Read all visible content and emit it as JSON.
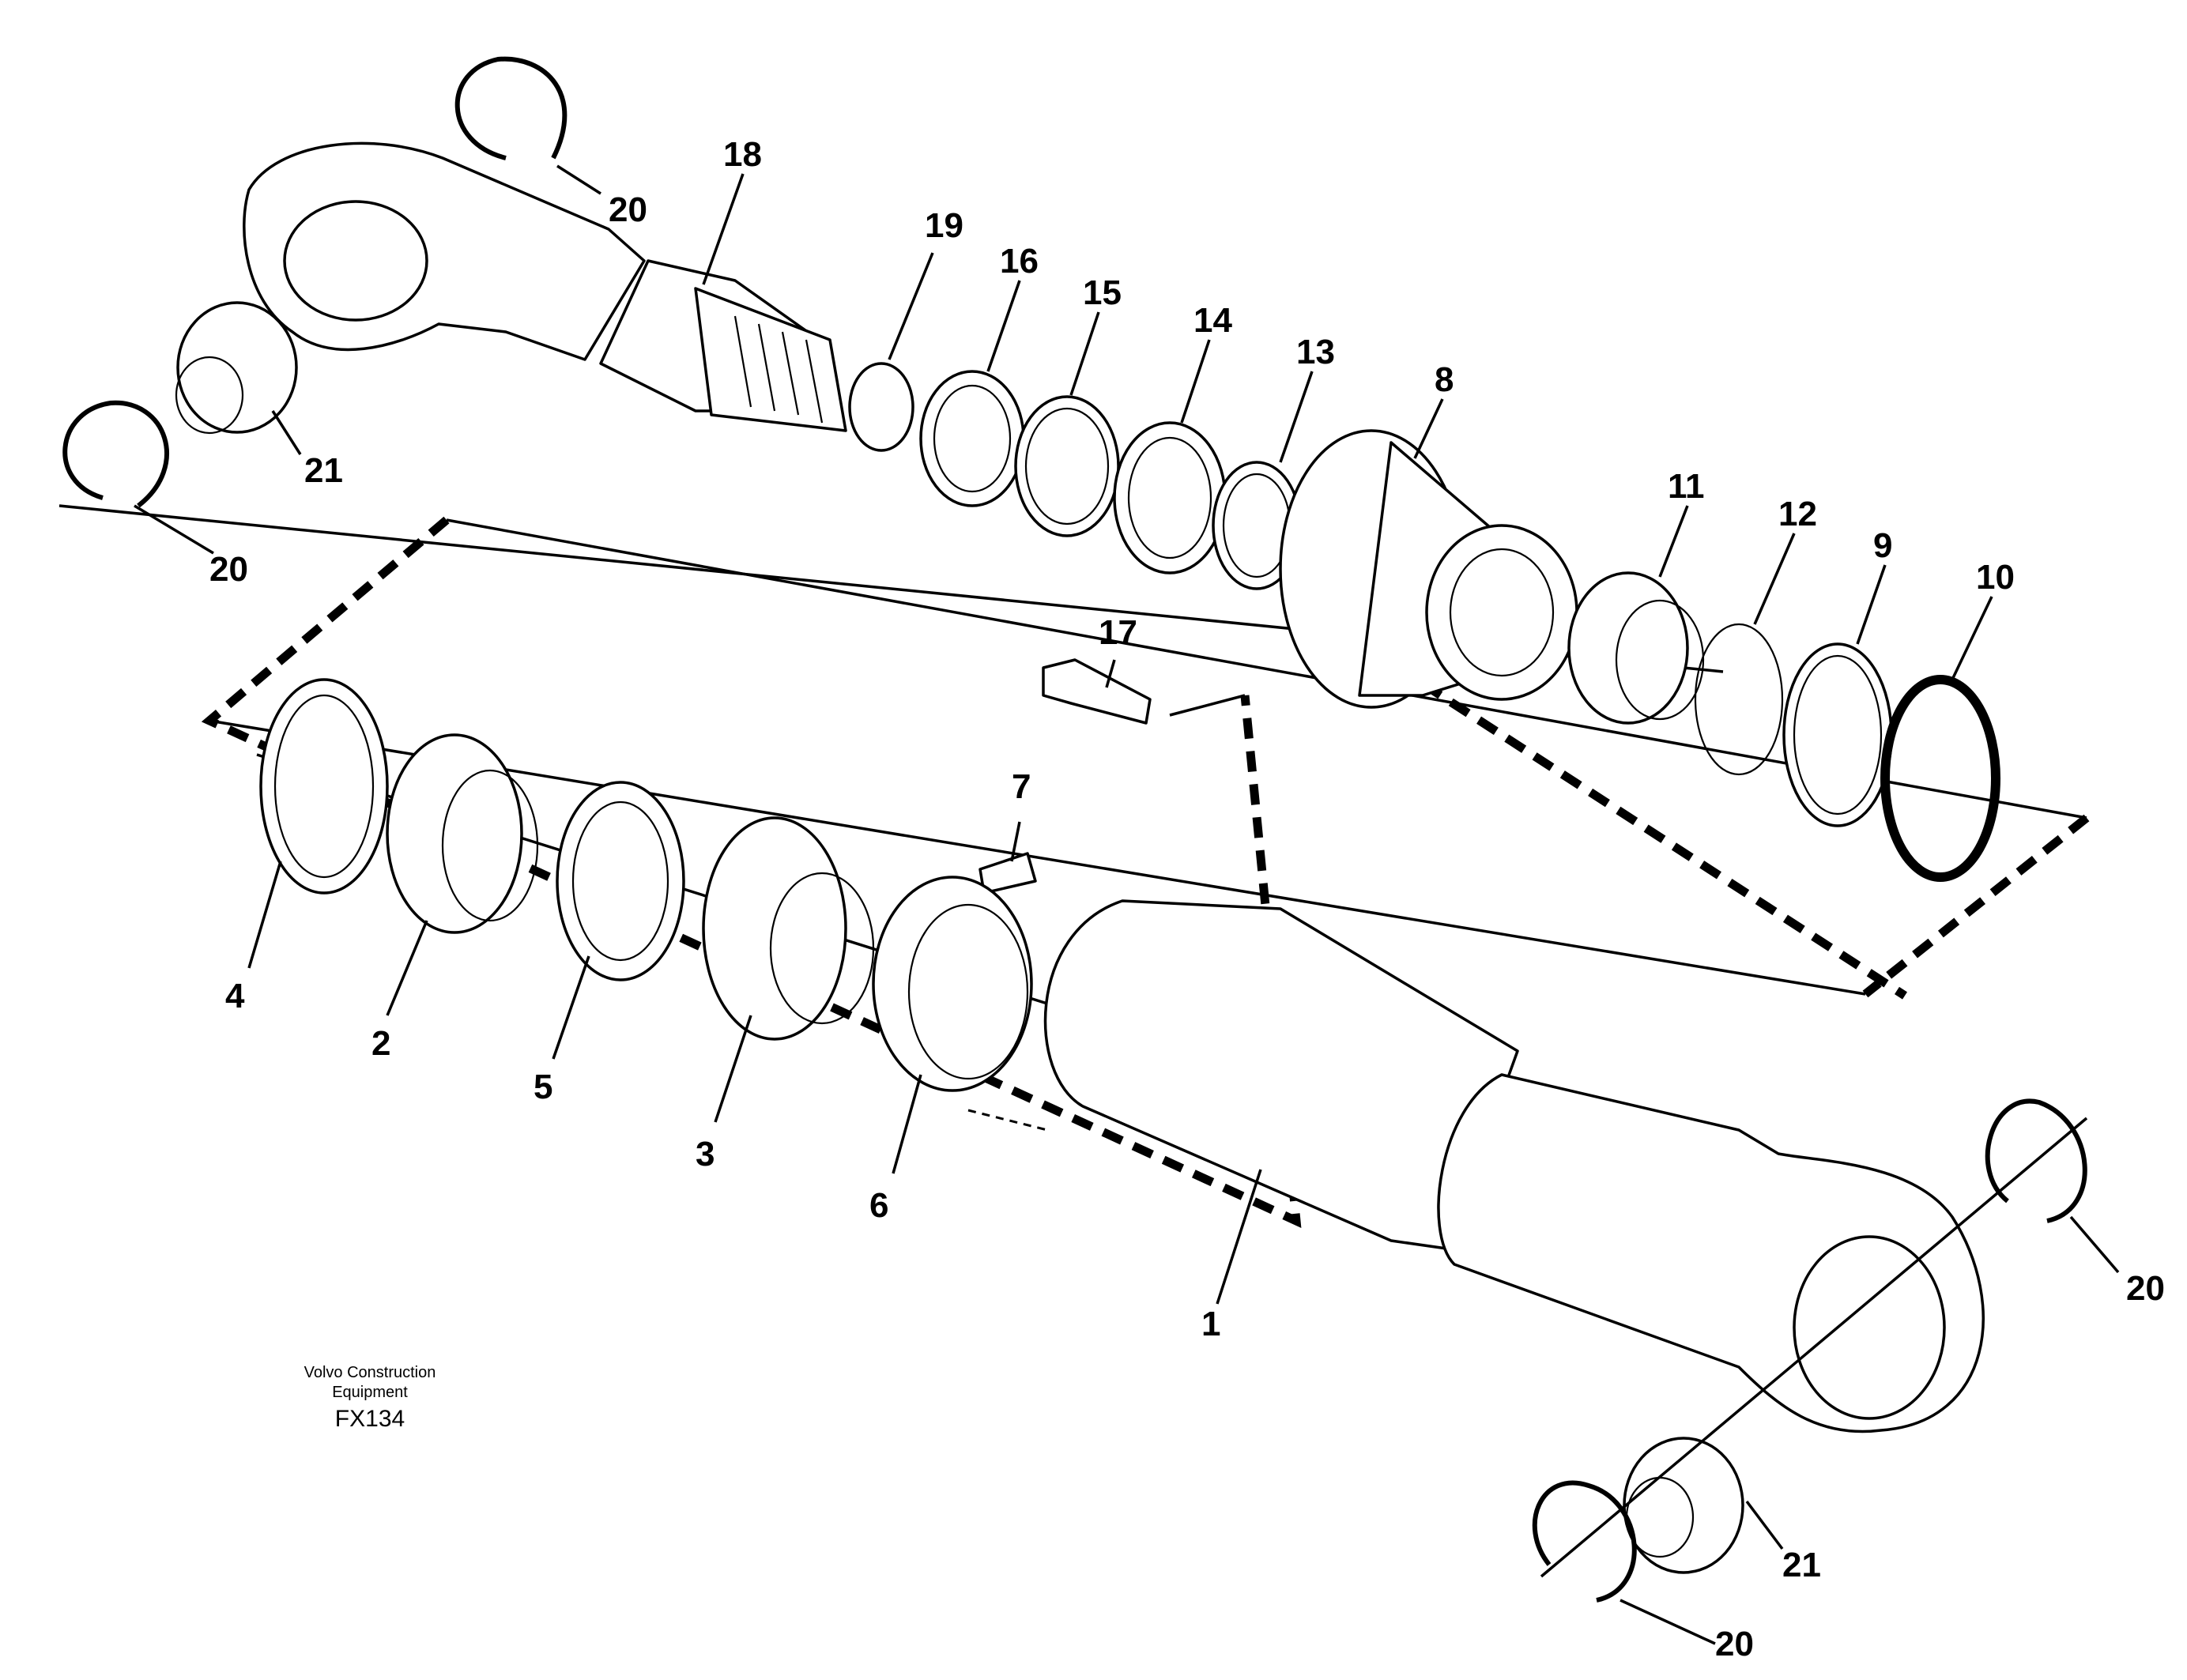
{
  "drawing": {
    "credit_line1": "Volvo Construction",
    "credit_line2": "Equipment",
    "code": "FX134"
  },
  "callouts": {
    "c1": "1",
    "c2": "2",
    "c3": "3",
    "c4": "4",
    "c5": "5",
    "c6": "6",
    "c7": "7",
    "c8": "8",
    "c9": "9",
    "c10": "10",
    "c11": "11",
    "c12": "12",
    "c13": "13",
    "c14": "14",
    "c15": "15",
    "c16": "16",
    "c17": "17",
    "c18": "18",
    "c19": "19",
    "c20a": "20",
    "c20b": "20",
    "c20c": "20",
    "c20d": "20",
    "c21a": "21",
    "c21b": "21"
  }
}
